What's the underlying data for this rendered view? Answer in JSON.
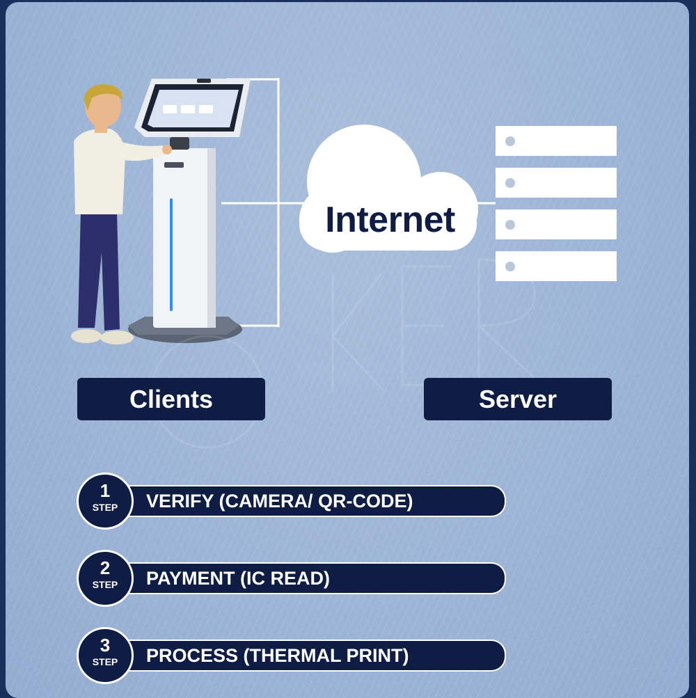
{
  "network": {
    "cloud_label": "Internet",
    "clients_label": "Clients",
    "server_label": "Server",
    "server_rows": 4
  },
  "steps": [
    {
      "number": "1",
      "word": "STEP",
      "text": "VERIFY (CAMERA/ QR-CODE)"
    },
    {
      "number": "2",
      "word": "STEP",
      "text": "PAYMENT (IC READ)"
    },
    {
      "number": "3",
      "word": "STEP",
      "text": "PROCESS (THERMAL PRINT)"
    }
  ],
  "colors": {
    "navy": "#0f1d45",
    "background": "#9db4d6",
    "accent_blue": "#2f8cff"
  },
  "illustration": {
    "kiosk_icon": "self-service-kiosk",
    "person_icon": "person-using-kiosk",
    "cloud_icon": "cloud-icon",
    "server_icon": "server-rack-icon"
  }
}
